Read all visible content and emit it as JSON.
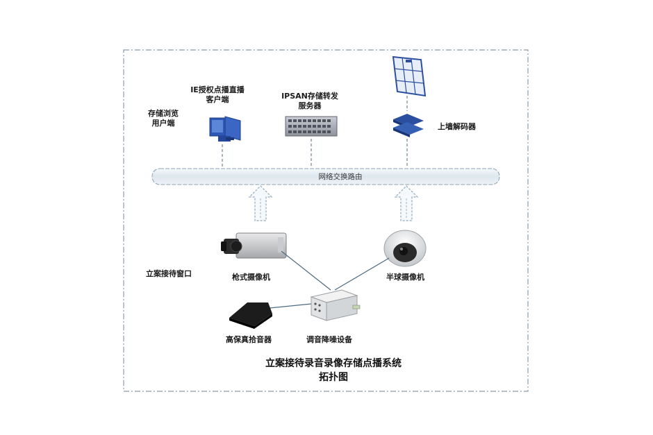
{
  "diagram": {
    "title_line1": "立案接待录音录像存储点播系统",
    "title_line2": "拓扑图",
    "network_bus": "网络交换路由",
    "region_label": "立案接待窗口",
    "nodes": {
      "storage_browser": {
        "line1": "存储浏览",
        "line2": "用户端"
      },
      "ie_client": {
        "line1": "IE授权点播直播",
        "line2": "客户端"
      },
      "ipsan_server": {
        "line1": "IPSAN存储转发",
        "line2": "服务器"
      },
      "wall_decoder": "上墙解码器",
      "box_camera": "枪式摄像机",
      "dome_camera": "半球摄像机",
      "microphone": "高保真拾音器",
      "audio_device": "调音降噪设备"
    }
  },
  "colors": {
    "frame": "#8a9aa6",
    "bus_fill": "#dfe8ee",
    "bus_stroke": "#8aa3b5",
    "arrow": "#9fb4c6",
    "device_blue": "#2b4f9e",
    "line": "#4a6a80"
  }
}
